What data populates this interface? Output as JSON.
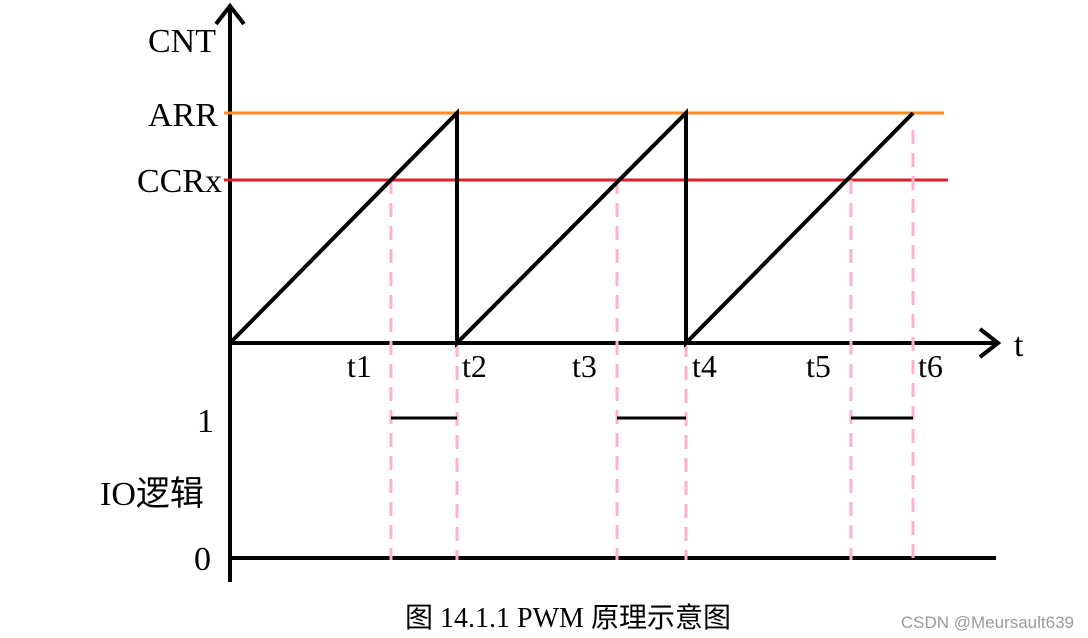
{
  "labels": {
    "y_axis": "CNT",
    "x_axis": "t",
    "arr": "ARR",
    "ccr": "CCRx",
    "io_high": "1",
    "io_label": "IO逻辑",
    "io_low": "0"
  },
  "times": [
    "t1",
    "t2",
    "t3",
    "t4",
    "t5",
    "t6"
  ],
  "caption": "图 14.1.1 PWM 原理示意图",
  "watermark": "CSDN @Meursault639",
  "colors": {
    "arr_line": "#ff8c2a",
    "ccr_line": "#e0202a",
    "guide_line": "#ffb0cc",
    "signal": "#000000"
  }
}
